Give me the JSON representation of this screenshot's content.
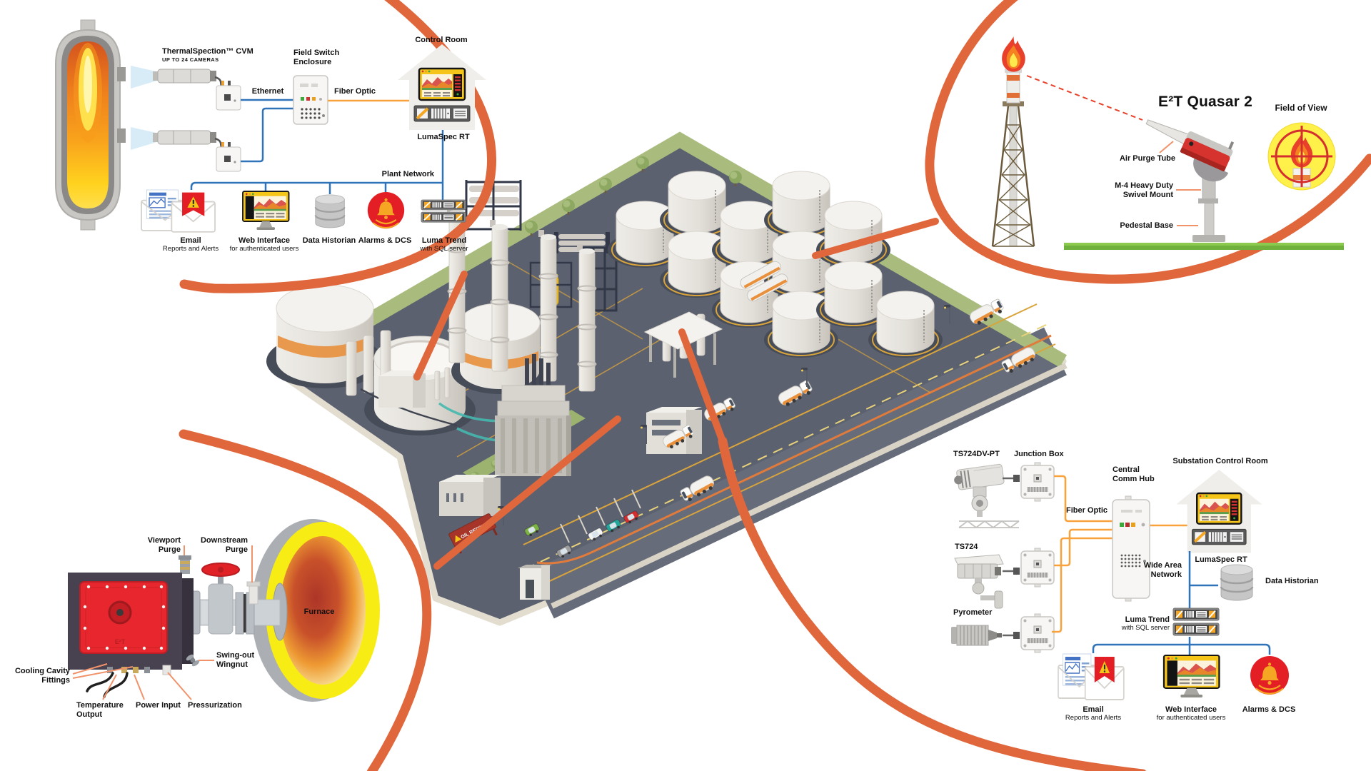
{
  "colors": {
    "accent_orange": "#E0673C",
    "leader_salmon": "#F0936B",
    "network_blue": "#2F73B8",
    "fiber_orange": "#F9A23C",
    "alarm_red": "#E31E24",
    "monitor_yellow": "#F5C51A"
  },
  "plant": {
    "sign": "OIL REFINERY"
  },
  "callout_thermal": {
    "camera_title": "ThermalSpection™ CVM",
    "camera_subtitle": "UP TO 24 CAMERAS",
    "ethernet": "Ethernet",
    "field_switch": "Field Switch\nEnclosure",
    "fiber_optic": "Fiber Optic",
    "control_room": "Control Room",
    "lumaspec": "LumaSpec RT",
    "plant_network": "Plant Network",
    "nodes": {
      "email": {
        "label": "Email",
        "sub": "Reports and Alerts"
      },
      "web": {
        "label": "Web Interface",
        "sub": "for authenticated users"
      },
      "historian": {
        "label": "Data Historian"
      },
      "alarms": {
        "label": "Alarms & DCS"
      },
      "luma": {
        "label": "Luma Trend",
        "sub": "with SQL server"
      }
    }
  },
  "callout_quasar": {
    "title": "E²T Quasar 2",
    "field_of_view": "Field of View",
    "air_purge_tube": "Air Purge Tube",
    "swivel_mount": "M-4 Heavy Duty\nSwivel Mount",
    "pedestal_base": "Pedestal Base"
  },
  "callout_viewport": {
    "viewport_purge": "Viewport\nPurge",
    "downstream_purge": "Downstream\nPurge",
    "furnace": "Furnace",
    "cooling_cavity": "Cooling Cavity\nFittings",
    "temperature_output": "Temperature\nOutput",
    "power_input": "Power Input",
    "pressurization": "Pressurization",
    "swing_out": "Swing-out\nWingnut",
    "device_brand": "E²T"
  },
  "callout_substation": {
    "ts724dvpt": "TS724DV-PT",
    "junction_box": "Junction Box",
    "ts724": "TS724",
    "pyrometer": "Pyrometer",
    "central_comm_hub": "Central\nComm Hub",
    "fiber_optic": "Fiber Optic",
    "substation_control_room": "Substation Control Room",
    "lumaspec": "LumaSpec RT",
    "wide_area_network": "Wide Area\nNetwork",
    "data_historian": "Data Historian",
    "luma": {
      "label": "Luma Trend",
      "sub": "with SQL server"
    },
    "nodes": {
      "email": {
        "label": "Email",
        "sub": "Reports and Alerts"
      },
      "web": {
        "label": "Web Interface",
        "sub": "for authenticated users"
      },
      "alarms": {
        "label": "Alarms & DCS"
      }
    }
  },
  "icons": {
    "email-icon": "envelopes with alert pennant",
    "web-interface-icon": "monitor with thermal chart",
    "data-historian-icon": "stacked database cylinders",
    "alarms-icon": "bell in red circle",
    "luma-trend-icon": "rack servers",
    "control-room-icon": "house with thermal monitor and rack server",
    "junction-box-icon": "terminal enclosure",
    "flare-icon": "flame",
    "field-of-view-icon": "flame in red crosshair"
  }
}
